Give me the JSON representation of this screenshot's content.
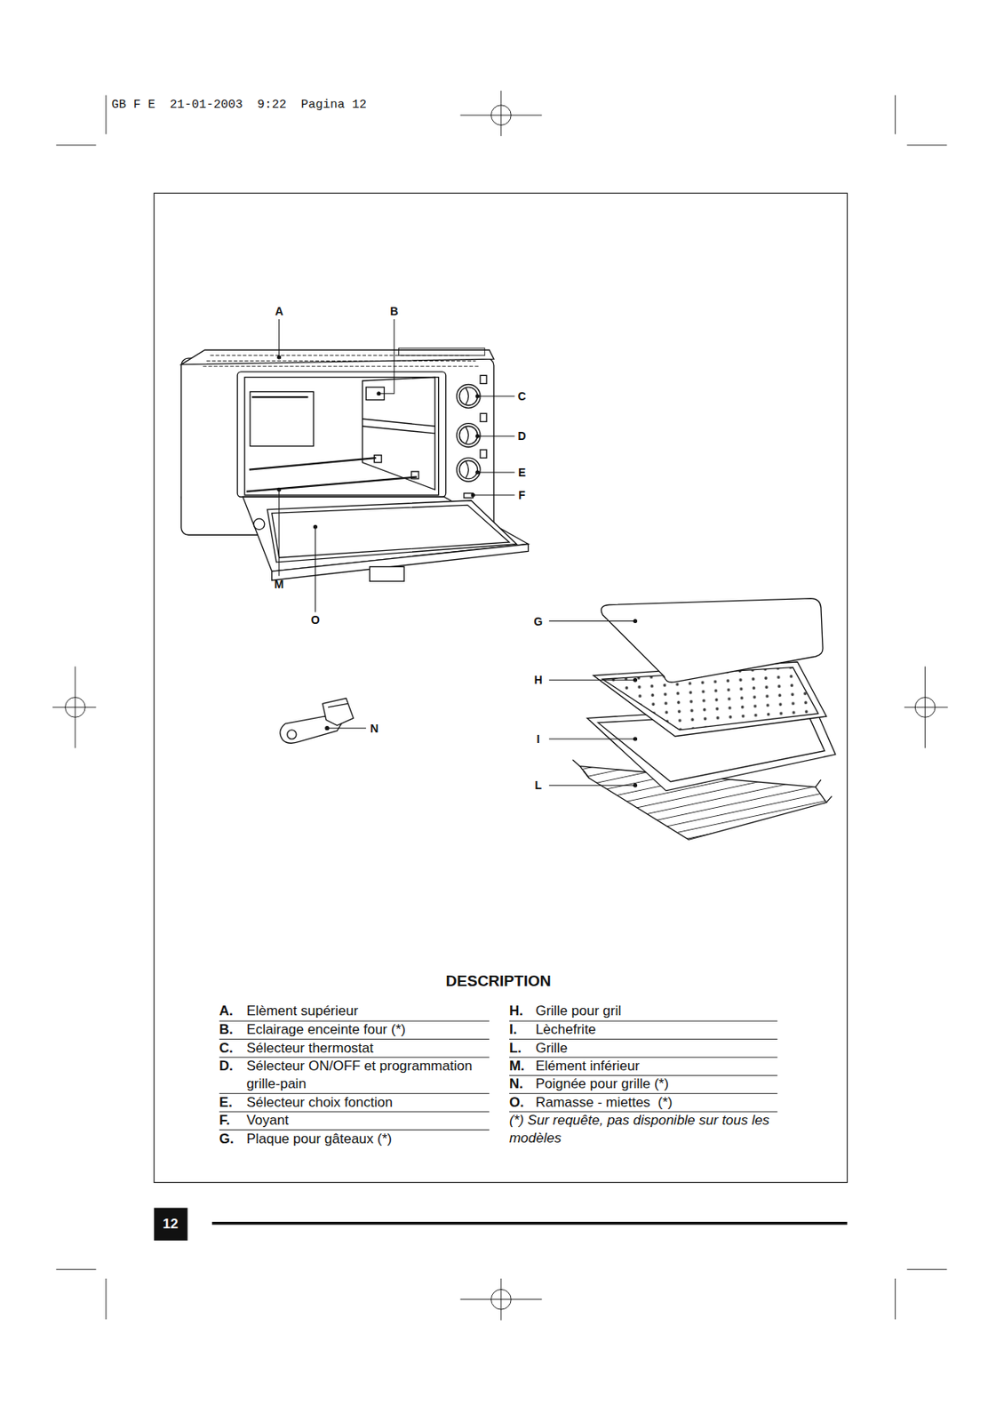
{
  "diagram": {
    "title": "DESCRIPTION",
    "labels": [
      "GB F E  21-01-2003  9:22  Pagina 12",
      "A",
      "B",
      "C",
      "D",
      "E",
      "F",
      "M",
      "O",
      "G",
      "H",
      "I",
      "L",
      "N",
      "A.",
      "Elèment supérieur",
      "B.",
      "Eclairage enceinte four (*)",
      "C.",
      "Sélecteur thermostat",
      "D.",
      "Sélecteur ON/OFF et programmation grille-pain",
      "E.",
      "Sélecteur choix fonction",
      "F.",
      "Voyant",
      "G.",
      "Plaque pour gâteaux (*)",
      "H.",
      "Grille pour gril",
      "I.",
      "Lèchefrite",
      "L.",
      "Grille",
      "M.",
      "Elément inférieur",
      "N.",
      "Poignée pour grille (*)",
      "O.",
      "Ramasse - miettes  (*)",
      "(*) Sur requête, pas disponible sur tous les modèles",
      "12"
    ]
  }
}
